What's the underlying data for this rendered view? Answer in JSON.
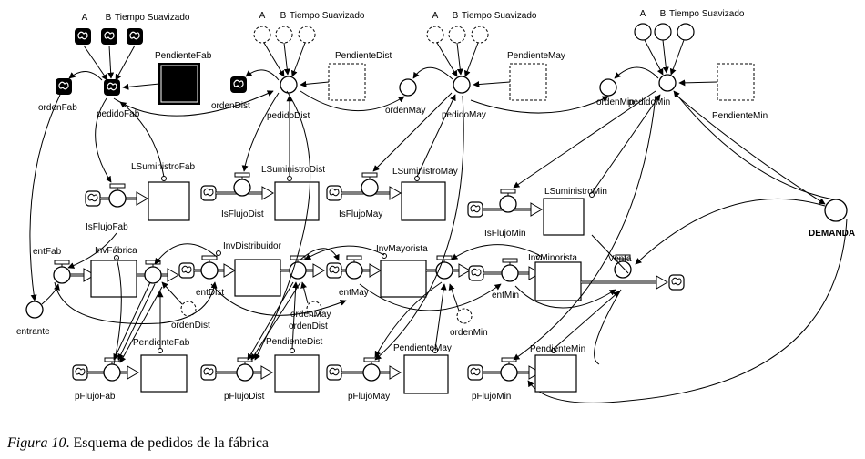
{
  "labels": {
    "fab": {
      "a": "A",
      "b": "B",
      "tiempo": "Tiempo Suavizado",
      "pendiente": "PendienteFab",
      "orden": "ordenFab",
      "pedido": "pedidoFab",
      "lsuministro": "LSuministroFab",
      "isflujo": "IsFlujoFab",
      "inv": "InvFábrica",
      "ent": "entFab",
      "entrante": "entrante",
      "pflujo": "pFlujoFab",
      "pendiente_stock": "PendienteFab"
    },
    "dist": {
      "a": "A",
      "b": "B",
      "tiempo": "Tiempo Suavizado",
      "pendiente": "PendienteDist",
      "orden": "ordenDist",
      "pedido": "pedidoDist",
      "lsuministro": "LSuministroDist",
      "isflujo": "IsFlujoDist",
      "inv": "InvDistribuidor",
      "ent": "entDist",
      "orden_low": "ordenDist",
      "pflujo": "pFlujoDist",
      "pendiente_stock": "PendienteDist"
    },
    "may": {
      "a": "A",
      "b": "B",
      "tiempo": "Tiempo Suavizado",
      "pendiente": "PendienteMay",
      "orden": "ordenMay",
      "pedido": "pedidoMay",
      "lsuministro": "LSuministroMay",
      "isflujo": "IsFlujoMay",
      "inv": "InvMayorista",
      "ent": "entMay",
      "orden_low": "ordenMay",
      "pflujo": "pFlujoMay",
      "pendiente_stock": "PendienteMay"
    },
    "min": {
      "a": "A",
      "b": "B",
      "tiempo": "Tiempo Suavizado",
      "pendiente": "PendienteMin",
      "orden": "ordenMin",
      "pedido": "pedidoMin",
      "lsuministro": "LSuministroMin",
      "isflujo": "IsFlujoMin",
      "inv": "InvMinorista",
      "ent": "entMin",
      "orden_low": "ordenMin",
      "pflujo": "pFlujoMin",
      "pendiente_stock": "PendienteMin"
    },
    "venta": "Venta",
    "demanda": "DEMANDA"
  },
  "caption": {
    "figure": "Figura 10",
    "text": ". Esquema de pedidos de la fábrica"
  }
}
